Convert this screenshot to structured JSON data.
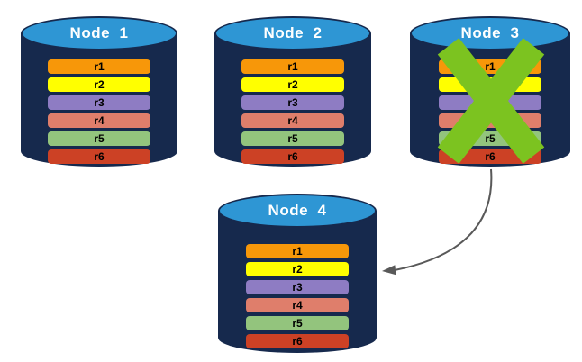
{
  "diagram": {
    "description": "Database replication diagram: four nodes each holding rows r1-r6; Node 3 has failed (green X) and its data is replicated to Node 4 (arrow)",
    "background": "#FFFFFF",
    "colors": {
      "cylinder_body": "#16294D",
      "cylinder_top": "#2E96D4",
      "node_label_color": "#FFFFFF",
      "row_text_color": "#000000",
      "failure_cross": "#7CC320",
      "arrow": "#595959"
    },
    "nodes": [
      {
        "label": "Node  1",
        "failed": false,
        "rows": [
          {
            "label": "r1",
            "color": "#F79709"
          },
          {
            "label": "r2",
            "color": "#FFFF00"
          },
          {
            "label": "r3",
            "color": "#8E7CC3"
          },
          {
            "label": "r4",
            "color": "#DF7E6B"
          },
          {
            "label": "r5",
            "color": "#93C47D"
          },
          {
            "label": "r6",
            "color": "#CC4125"
          }
        ]
      },
      {
        "label": "Node  2",
        "failed": false,
        "rows": [
          {
            "label": "r1",
            "color": "#F79709"
          },
          {
            "label": "r2",
            "color": "#FFFF00"
          },
          {
            "label": "r3",
            "color": "#8E7CC3"
          },
          {
            "label": "r4",
            "color": "#DF7E6B"
          },
          {
            "label": "r5",
            "color": "#93C47D"
          },
          {
            "label": "r6",
            "color": "#CC4125"
          }
        ]
      },
      {
        "label": "Node  3",
        "failed": true,
        "rows": [
          {
            "label": "r1",
            "color": "#F79709"
          },
          {
            "label": "r2",
            "color": "#FFFF00"
          },
          {
            "label": "r3",
            "color": "#8E7CC3"
          },
          {
            "label": "r4",
            "color": "#DF7E6B"
          },
          {
            "label": "r5",
            "color": "#93C47D"
          },
          {
            "label": "r6",
            "color": "#CC4125"
          }
        ]
      },
      {
        "label": "Node  4",
        "failed": false,
        "rows": [
          {
            "label": "r1",
            "color": "#F79709"
          },
          {
            "label": "r2",
            "color": "#FFFF00"
          },
          {
            "label": "r3",
            "color": "#8E7CC3"
          },
          {
            "label": "r4",
            "color": "#DF7E6B"
          },
          {
            "label": "r5",
            "color": "#93C47D"
          },
          {
            "label": "r6",
            "color": "#CC4125"
          }
        ]
      }
    ],
    "arrow": {
      "from": "Node 3",
      "to": "Node 4"
    }
  }
}
